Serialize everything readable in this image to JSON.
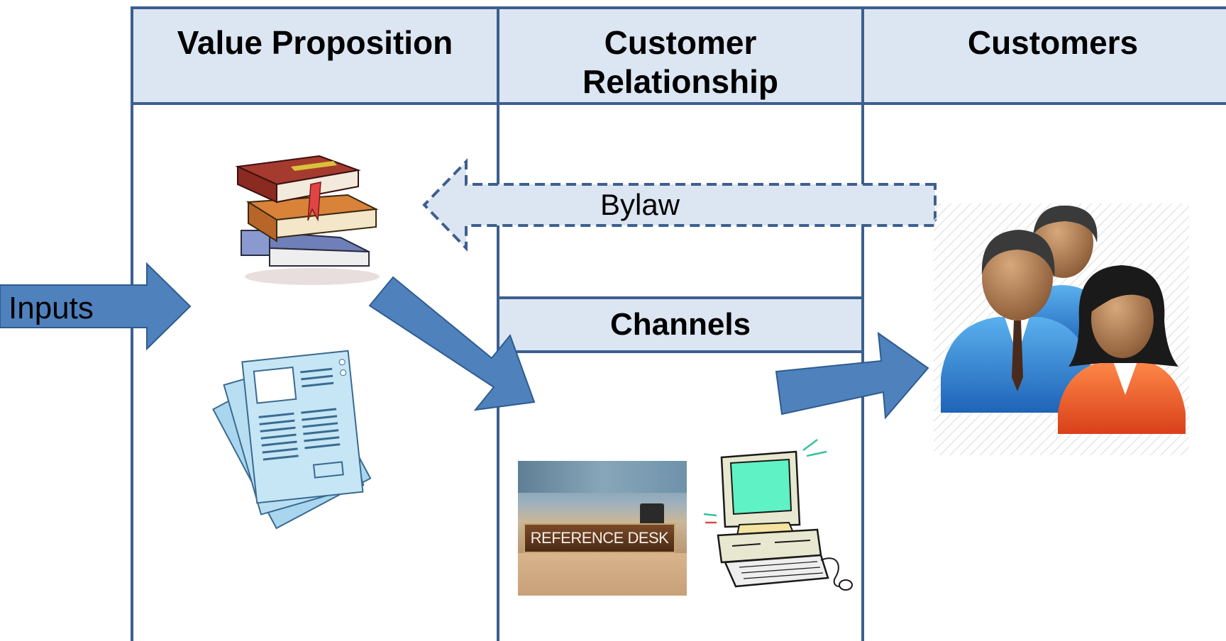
{
  "columns": {
    "value_proposition": "Value Proposition",
    "customer_relationship_line1": "Customer",
    "customer_relationship_line2": "Relationship",
    "customers": "Customers"
  },
  "channels": "Channels",
  "bylaw_label": "Bylaw",
  "inputs_label": "Inputs",
  "reference_desk_sign": "REFERENCE DESK",
  "colors": {
    "header_fill": "#dce6f2",
    "border": "#3d5f90",
    "arrow": "#4f81bd",
    "arrow_stroke": "#2e5c8f"
  }
}
